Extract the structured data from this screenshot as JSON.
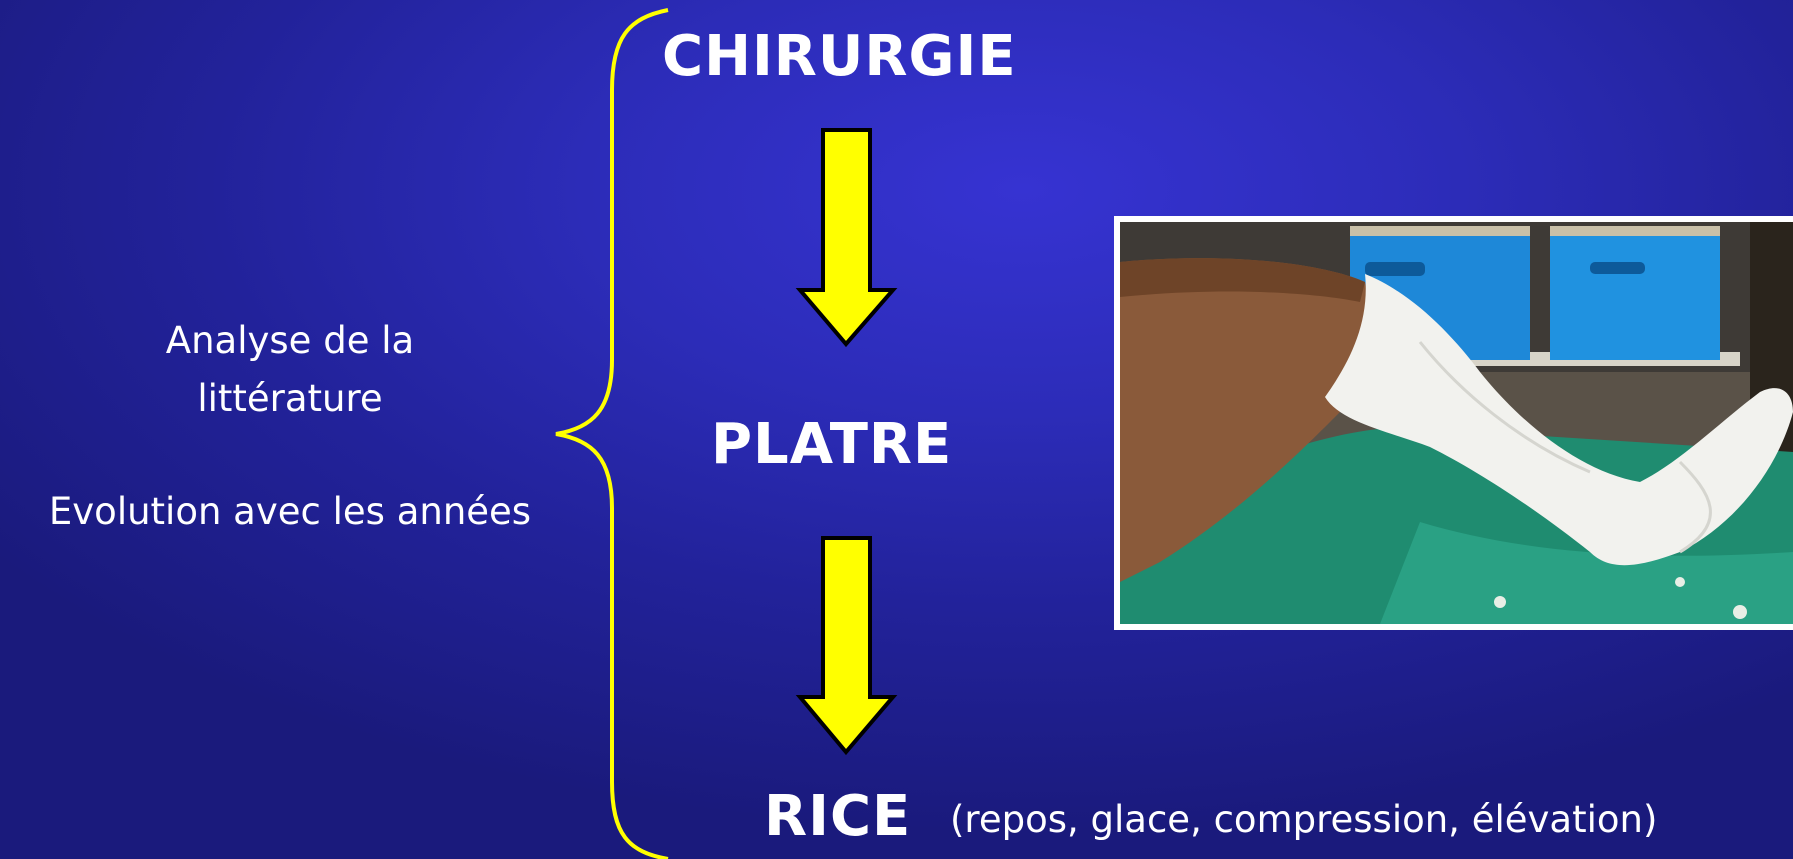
{
  "left": {
    "analyse_line1": "Analyse de la",
    "analyse_line2": "littérature",
    "evolution": "Evolution avec les années"
  },
  "steps": {
    "chirurgie": "CHIRURGIE",
    "platre": "PLATRE",
    "rice": "RICE",
    "rice_detail": "(repos, glace, compression, élévation)"
  },
  "colors": {
    "background": "#2c2cb8",
    "accent": "#ffff00",
    "text": "#ffffff"
  },
  "icons": {
    "arrow": "arrow-down-icon",
    "brace": "curly-brace"
  }
}
